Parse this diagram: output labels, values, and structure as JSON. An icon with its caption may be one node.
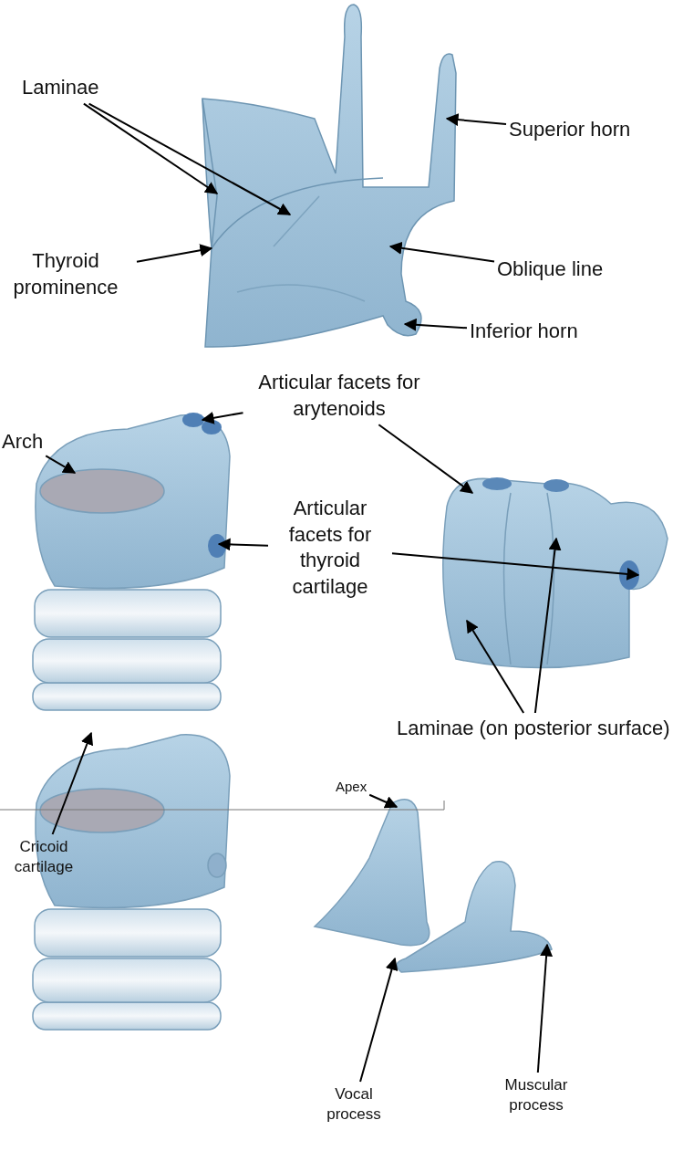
{
  "diagram": {
    "nodes": [
      {
        "text": [
          "Laminae"
        ]
      },
      {
        "text": [
          "Superior horn"
        ]
      },
      {
        "text": [
          "Thyroid prominence"
        ]
      },
      {
        "text": [
          "Oblique line"
        ]
      },
      {
        "text": [
          "Inferior horn"
        ]
      },
      {
        "text": [
          "Articular facets for arytenoids"
        ]
      },
      {
        "text": [
          "Arch"
        ]
      },
      {
        "text": [
          "Articular facets for thyroid cartilage"
        ]
      },
      {
        "text": [
          "Laminae (on posterior surface)"
        ]
      },
      {
        "text": [
          "Cricoid cartilage"
        ]
      },
      {
        "text": [
          "Apex"
        ]
      },
      {
        "text": [
          "Vocal process"
        ]
      },
      {
        "text": [
          "Muscular process"
        ]
      },
      {
        "text": [],
        "shape": "picture"
      },
      {
        "text": [],
        "shape": "picture"
      },
      {
        "text": [],
        "shape": "picture"
      },
      {
        "text": [],
        "shape": "picture"
      },
      {
        "text": [],
        "shape": "picture"
      }
    ],
    "edges": [
      {
        "from": 0,
        "to": 13,
        "arrow": "to"
      },
      {
        "from": 0,
        "to": 13,
        "arrow": "to"
      },
      {
        "from": 1,
        "to": 13,
        "arrow": "to"
      },
      {
        "from": 2,
        "to": 13,
        "arrow": "to"
      },
      {
        "from": 3,
        "to": 13,
        "arrow": "to"
      },
      {
        "from": 4,
        "to": 13,
        "arrow": "to"
      },
      {
        "from": 5,
        "to": 14,
        "arrow": "to"
      },
      {
        "from": 5,
        "to": 15,
        "arrow": "to"
      },
      {
        "from": 6,
        "to": 14,
        "arrow": "to"
      },
      {
        "from": 7,
        "to": 14,
        "arrow": "to"
      },
      {
        "from": 7,
        "to": 15,
        "arrow": "to"
      },
      {
        "from": 8,
        "to": 15,
        "arrow": "to"
      },
      {
        "from": 8,
        "to": 15,
        "arrow": "to"
      },
      {
        "from": 9,
        "to": 16,
        "arrow": "to"
      },
      {
        "from": 10,
        "to": 17,
        "arrow": "to"
      },
      {
        "from": 11,
        "to": 17,
        "arrow": "to"
      },
      {
        "from": 12,
        "to": 17,
        "arrow": "to"
      }
    ]
  }
}
